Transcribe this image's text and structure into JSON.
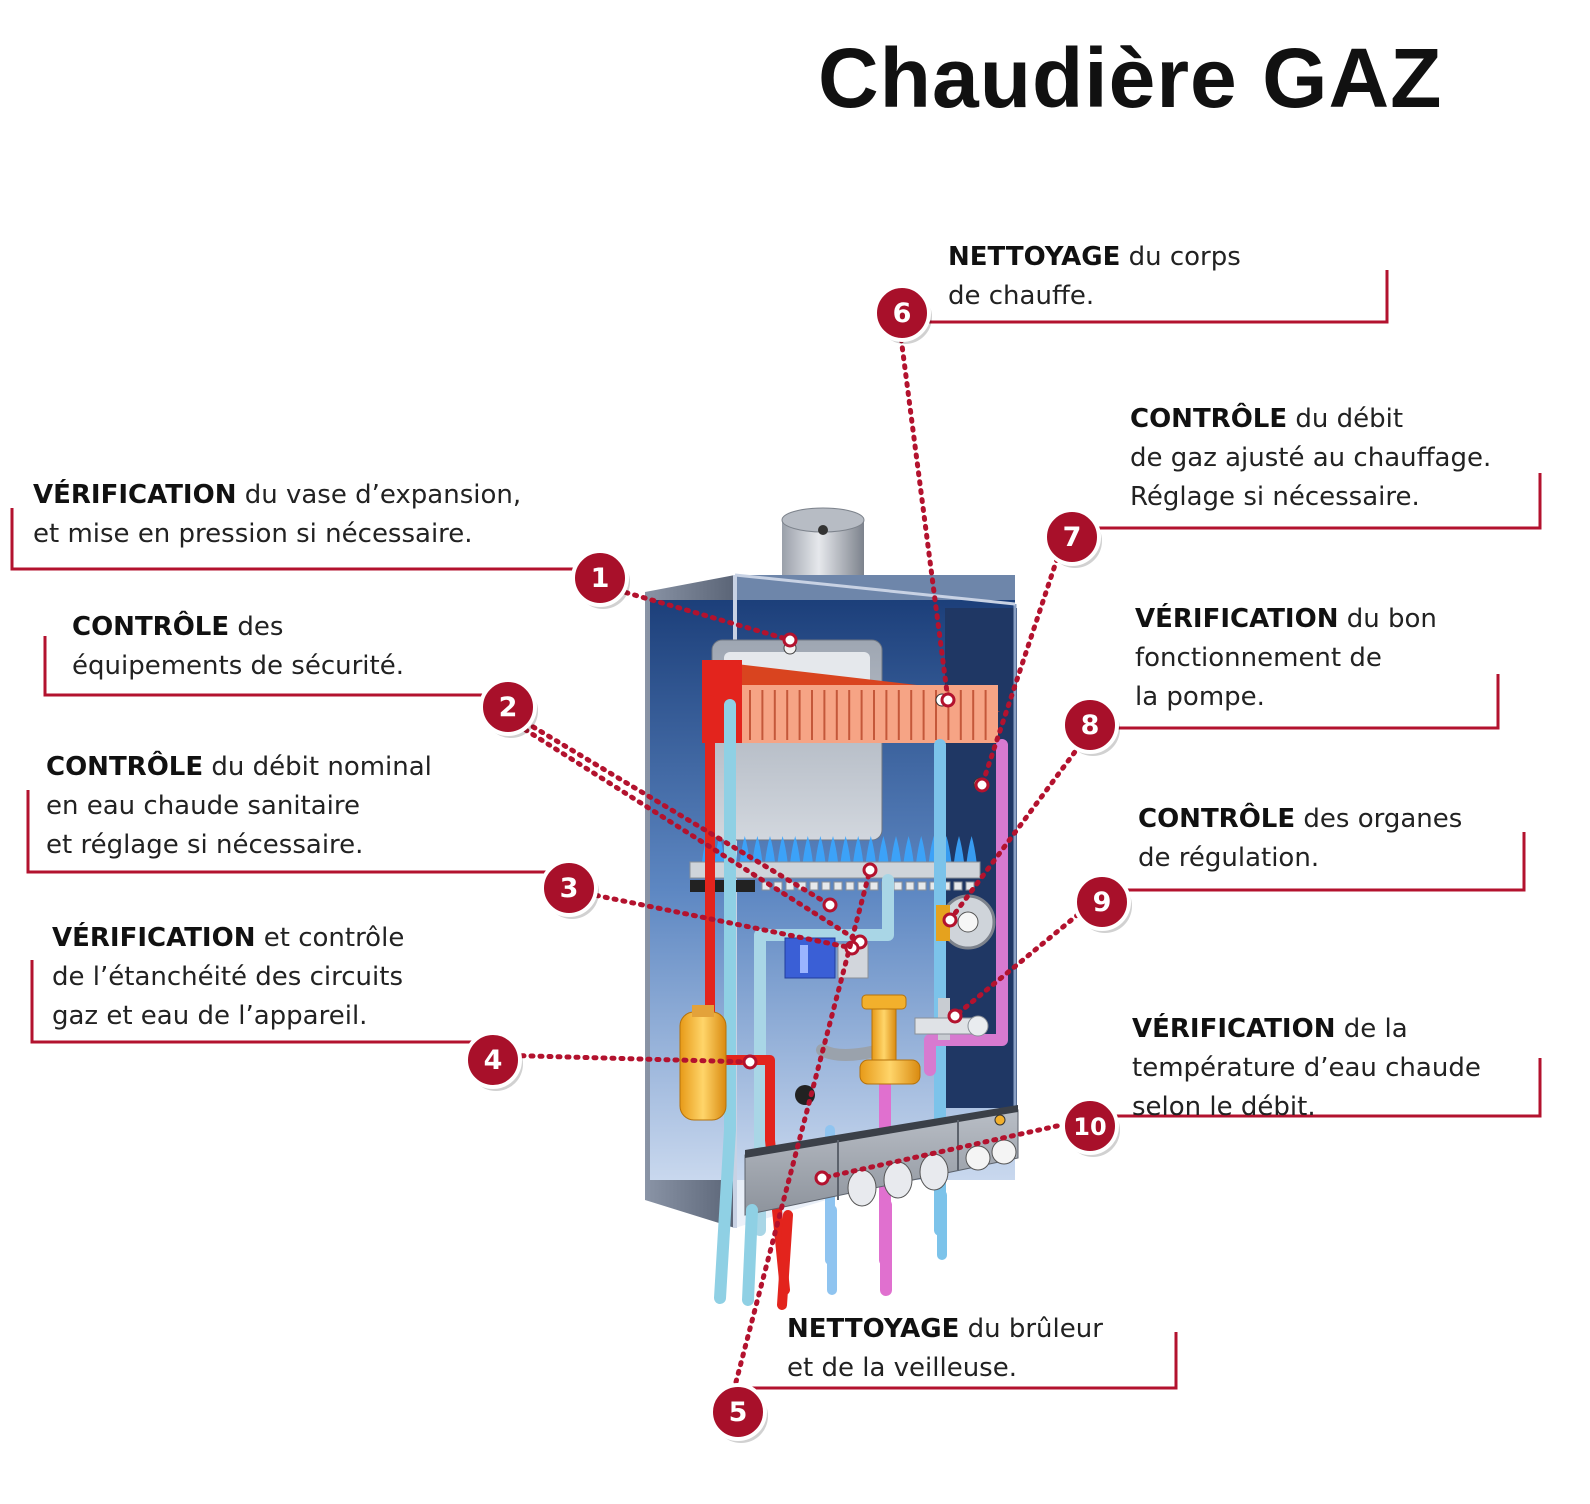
{
  "title": "Chaudière GAZ",
  "colors": {
    "accent": "#b3122e",
    "marker_fill": "#a8102a",
    "leader_line": "#b3122e",
    "hot_pipe": "#e3241d",
    "cold_pipe": "#8fd0e4",
    "heat_exchanger": "#f39a7e",
    "brass": "#f2b02c",
    "flame": "#3aa6ff"
  },
  "callouts": [
    {
      "number": "1",
      "bold": "VÉRIFICATION",
      "rest": " du vase d’expansion,",
      "line2": "et mise en pression si nécessaire.",
      "line3": ""
    },
    {
      "number": "2",
      "bold": "CONTRÔLE",
      "rest": " des",
      "line2": "équipements de sécurité.",
      "line3": ""
    },
    {
      "number": "3",
      "bold": "CONTRÔLE",
      "rest": " du débit nominal",
      "line2": "en eau chaude sanitaire",
      "line3": "et réglage si nécessaire."
    },
    {
      "number": "4",
      "bold": "VÉRIFICATION",
      "rest": " et contrôle",
      "line2": "de l’étanchéité des circuits",
      "line3": "gaz et eau de l’appareil."
    },
    {
      "number": "5",
      "bold": "NETTOYAGE",
      "rest": " du brûleur",
      "line2": "et de la veilleuse.",
      "line3": ""
    },
    {
      "number": "6",
      "bold": "NETTOYAGE",
      "rest": " du corps",
      "line2": "de chauffe.",
      "line3": ""
    },
    {
      "number": "7",
      "bold": "CONTRÔLE",
      "rest": " du débit",
      "line2": "de gaz ajusté au chauffage.",
      "line3": "Réglage si nécessaire."
    },
    {
      "number": "8",
      "bold": "VÉRIFICATION",
      "rest": " du bon",
      "line2": "fonctionnement de",
      "line3": "la pompe."
    },
    {
      "number": "9",
      "bold": "CONTRÔLE",
      "rest": " des organes",
      "line2": "de régulation.",
      "line3": ""
    },
    {
      "number": "10",
      "bold": "VÉRIFICATION",
      "rest": " de la",
      "line2": "température d’eau chaude",
      "line3": "selon le débit."
    }
  ]
}
